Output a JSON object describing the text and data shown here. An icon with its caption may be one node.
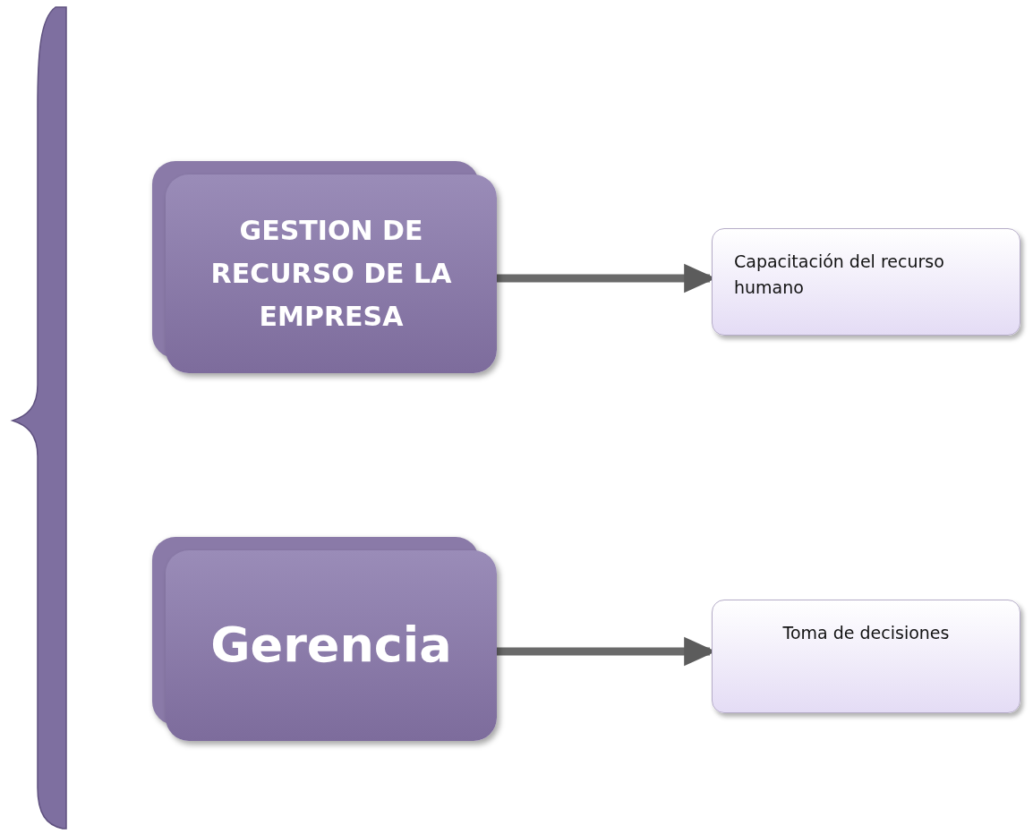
{
  "diagram": {
    "nodes": [
      {
        "text": [
          "GESTION DE RECURSO DE LA EMPRESA"
        ]
      },
      {
        "text": [
          "Capacitación del recurso humano"
        ]
      },
      {
        "text": [
          "Gerencia"
        ]
      },
      {
        "text": [
          "Toma de decisiones"
        ]
      }
    ],
    "edges": [
      {
        "from": 0,
        "to": 1,
        "arrow": "to"
      },
      {
        "from": 2,
        "to": 3,
        "arrow": "to"
      }
    ]
  }
}
